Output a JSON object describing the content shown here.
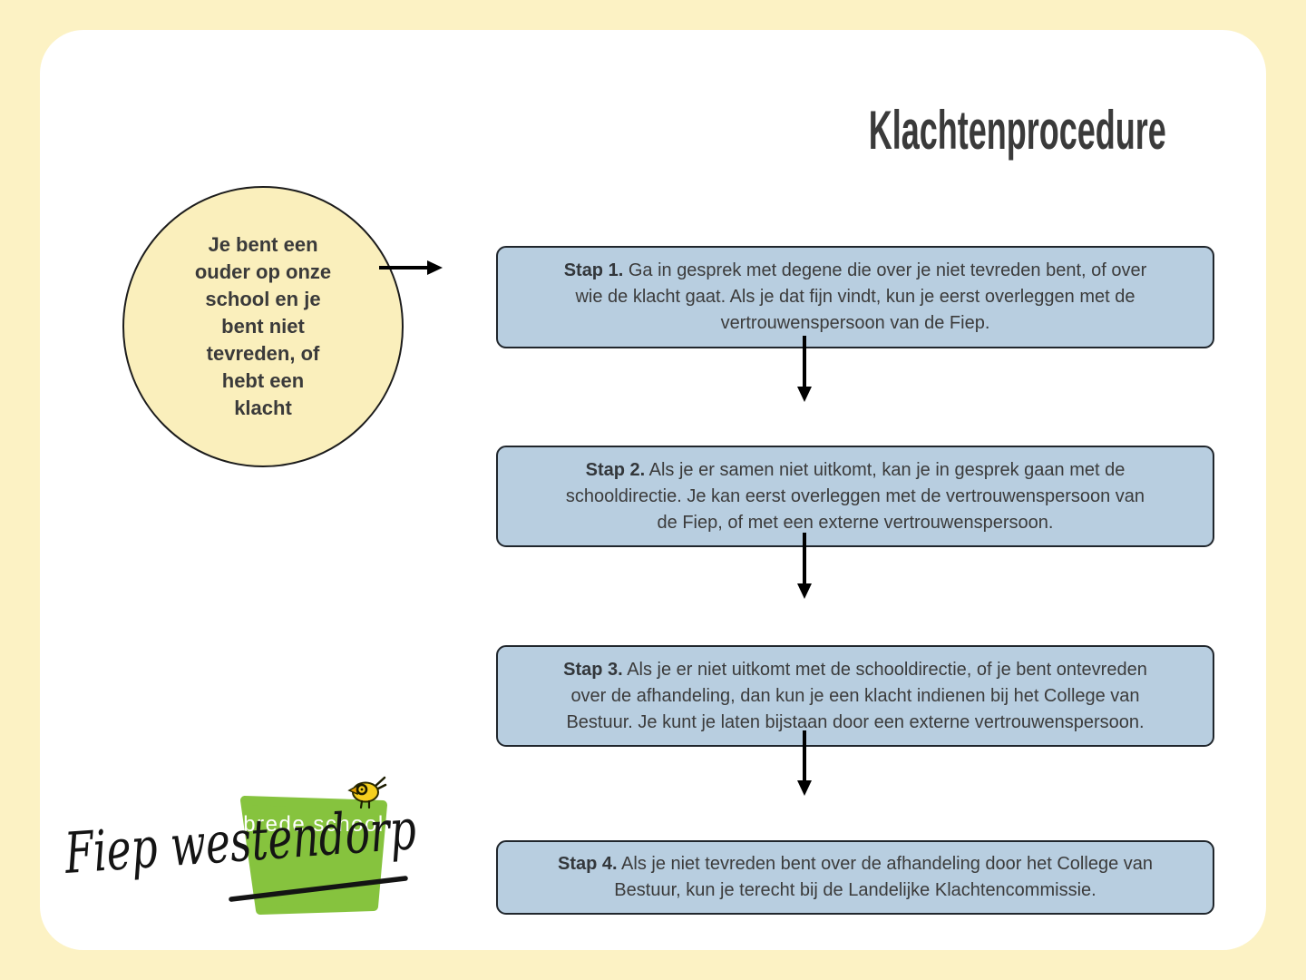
{
  "page": {
    "title": "Klachtenprocedure"
  },
  "colors": {
    "background": "#FCF2C4",
    "card": "#FFFFFF",
    "circle_fill": "#FAEFBC",
    "box_fill": "#B8CEE0",
    "box_border": "#20262C",
    "text": "#3B3B3B",
    "logo_green": "#86C33E",
    "bird_yellow": "#F5CF1E"
  },
  "start_circle": {
    "text": "Je bent een\nouder op onze\nschool en je\nbent niet\ntevreden, of\nhebt een\nklacht"
  },
  "flow": {
    "steps": [
      {
        "label": "Stap 1.",
        "text": "Ga in gesprek met degene die over je niet tevreden bent, of over\nwie de klacht gaat. Als je dat fijn vindt, kun je eerst overleggen met de\nvertrouwenspersoon van de Fiep."
      },
      {
        "label": "Stap 2.",
        "text": "Als je er samen niet uitkomt, kan je in gesprek gaan met de\nschooldirectie. Je kan eerst overleggen met de vertrouwenspersoon van\nde Fiep, of met een externe vertrouwenspersoon."
      },
      {
        "label": "Stap 3.",
        "text": "Als je er niet uitkomt met de schooldirectie, of je bent ontevreden\nover de afhandeling, dan kun je een klacht indienen bij het College van\nBestuur. Je kunt je laten bijstaan door een externe vertrouwenspersoon."
      },
      {
        "label": "Stap 4.",
        "text": "Als je niet tevreden bent over de afhandeling door het College van\nBestuur, kun je terecht bij de Landelijke Klachtencommissie."
      }
    ]
  },
  "logo": {
    "tagline": "brede school",
    "name": "Fiep westendorp"
  }
}
